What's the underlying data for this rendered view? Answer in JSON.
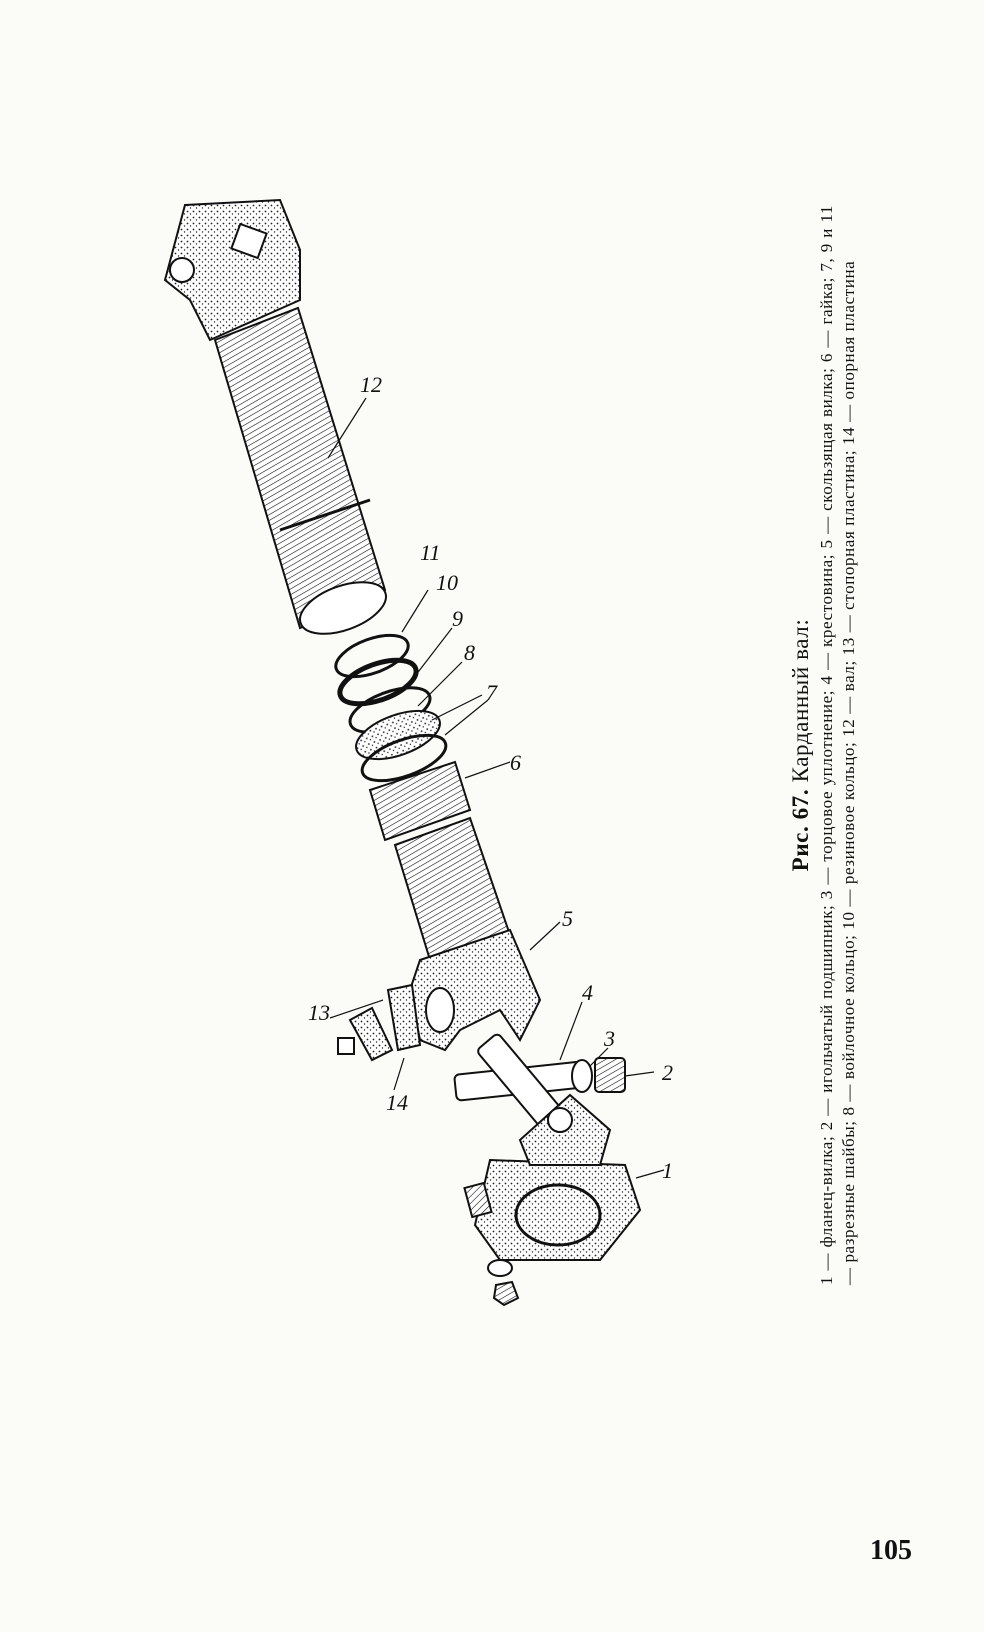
{
  "figure": {
    "title_prefix": "Рис. 67.",
    "title": "Карданный вал:",
    "legend": "1 — фланец-вилка; 2 — игольчатый подшипник; 3 — торцовое уплотнение; 4 — крестовина; 5 — скользящая вилка; 6 — гайка; 7, 9 и 11 — разрезные шайбы; 8 — войлочное кольцо; 10 — резиновое кольцо; 12 — вал; 13 — стопорная пластина; 14 — опорная пластина",
    "callouts": [
      "1",
      "2",
      "3",
      "4",
      "5",
      "6",
      "7",
      "8",
      "9",
      "10",
      "11",
      "12",
      "13",
      "14"
    ]
  },
  "page_number": "105"
}
